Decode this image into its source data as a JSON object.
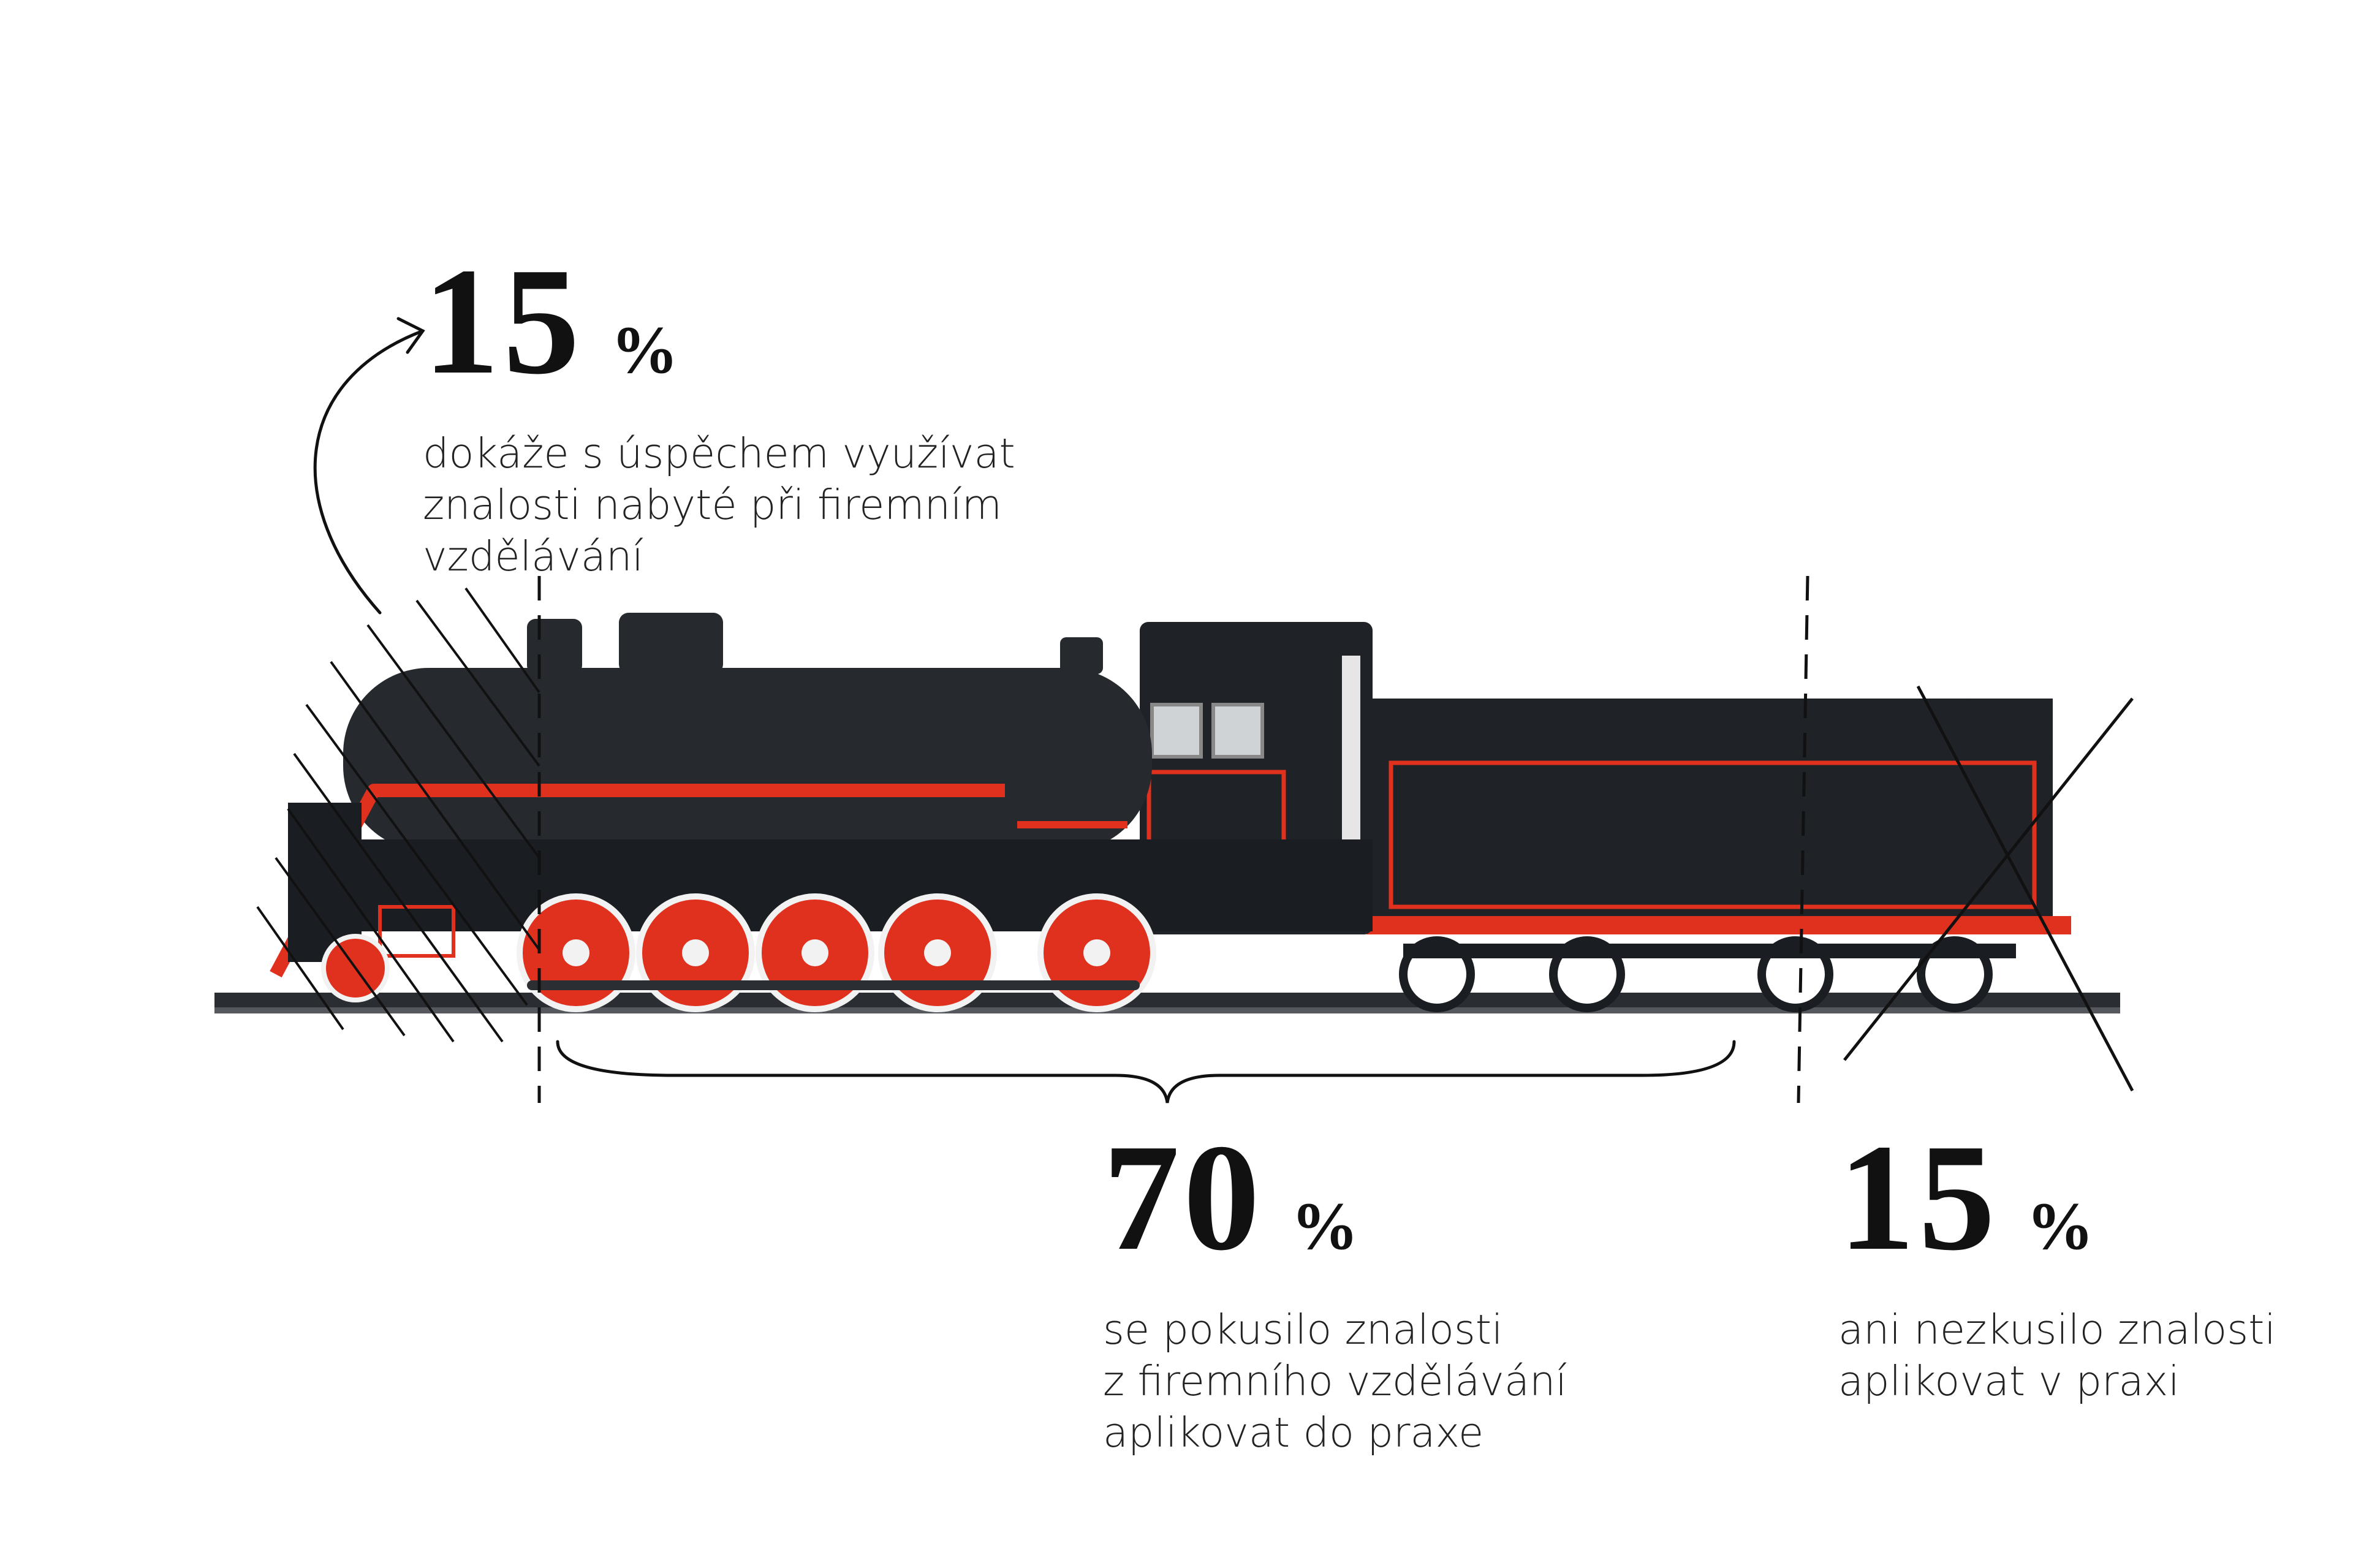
{
  "colors": {
    "locomotive": "#1f2328",
    "accent_red": "#e0301e",
    "line": "#111111"
  },
  "stats": [
    {
      "value": "15",
      "unit": "%",
      "lines": [
        "dokáže s úspěchem využívat",
        "znalosti nabyté při firemním",
        "vzdělávání"
      ]
    },
    {
      "value": "70",
      "unit": "%",
      "lines": [
        "se pokusilo znalosti",
        "z firemního vzdělávání",
        "aplikovat do praxe"
      ]
    },
    {
      "value": "15",
      "unit": "%",
      "lines": [
        "ani nezkusilo znalosti",
        "aplikovat v praxi"
      ]
    }
  ],
  "icons": [
    "locomotive-illustration",
    "curved-arrow-icon",
    "curly-brace-icon",
    "cross-icon",
    "hatch-lines"
  ]
}
